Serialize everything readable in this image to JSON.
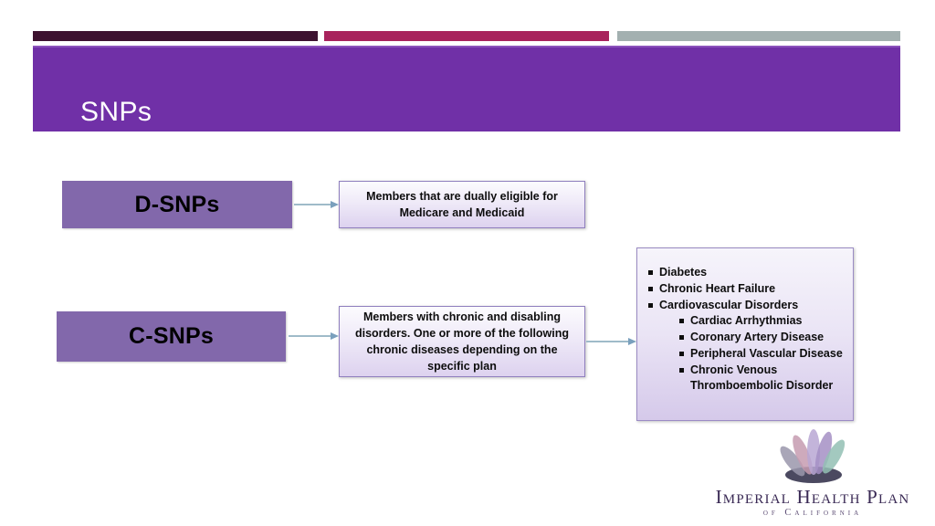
{
  "slide": {
    "title": "SNPs",
    "background_color": "#ffffff"
  },
  "accent_bars": [
    {
      "name": "dark",
      "color": "#3d1230"
    },
    {
      "name": "crimson",
      "color": "#a8235c"
    },
    {
      "name": "gray",
      "color": "#a3b0b0"
    }
  ],
  "header": {
    "band_color": "#7030a7",
    "title": "SNPs",
    "title_color": "#ffffff"
  },
  "diagram": {
    "rows": [
      {
        "label": "D-SNPs",
        "label_box_color": "#8268ab",
        "description": "Members that are dually eligible for Medicare and Medicaid"
      },
      {
        "label": "C-SNPs",
        "label_box_color": "#8268ab",
        "description": "Members with chronic and disabling disorders.  One or more of the following chronic diseases depending on the specific plan"
      }
    ],
    "arrow_color": "#9fbbc9",
    "conditions": [
      {
        "text": "Diabetes",
        "level": 1
      },
      {
        "text": "Chronic Heart Failure",
        "level": 1
      },
      {
        "text": "Cardiovascular Disorders",
        "level": 1
      },
      {
        "text": "Cardiac Arrhythmias",
        "level": 2
      },
      {
        "text": "Coronary Artery Disease",
        "level": 2
      },
      {
        "text": "Peripheral Vascular Disease",
        "level": 2
      },
      {
        "text": "Chronic Venous Thromboembolic Disorder",
        "level": 2
      }
    ]
  },
  "logo": {
    "wordmark": "Imperial Health Plan",
    "sub_wordmark": "of California",
    "wordmark_color": "#3a2a55",
    "petal_colors": [
      "#9a97ab",
      "#c59bb0",
      "#b9a7d4",
      "#a58fc4",
      "#93bfb4"
    ],
    "base_color": "#3c3a52"
  }
}
